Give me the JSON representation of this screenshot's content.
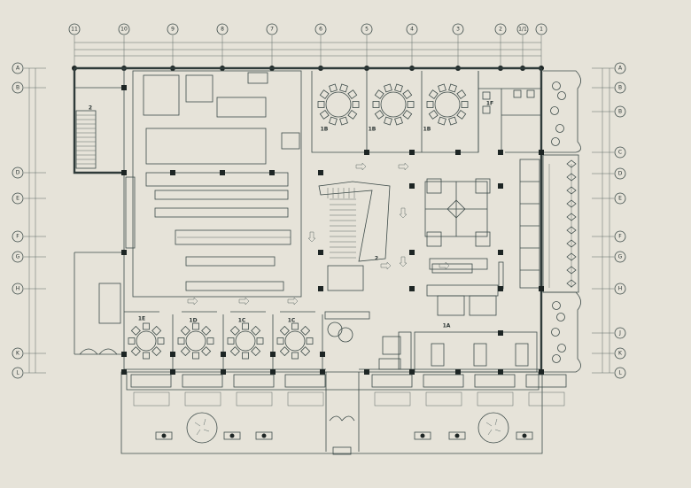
{
  "drawing": {
    "title": "Restaurant floor plan",
    "column_axes": [
      "11",
      "10",
      "9",
      "8",
      "7",
      "6",
      "5",
      "4",
      "3",
      "2",
      "1/1",
      "1"
    ],
    "left_row_axes": [
      "A",
      "B",
      "D",
      "E",
      "F",
      "G",
      "H",
      "K",
      "L"
    ],
    "right_row_axes": [
      "A",
      "B",
      "B",
      "C",
      "D",
      "E",
      "F",
      "G",
      "H",
      "J",
      "K",
      "L"
    ],
    "room_labels": {
      "private_1": "1B",
      "private_2": "1B",
      "private_3": "1B",
      "restroom": "1F",
      "private_bottom_1": "1E",
      "private_bottom_2": "1D",
      "private_bottom_3": "1C",
      "private_bottom_4": "1C",
      "main_hall": "1A",
      "stair_left": "2",
      "stair_center": "2"
    },
    "colors": {
      "background": "#e6e3d9",
      "line": "#3d4b49",
      "column": "#1d2524"
    }
  }
}
